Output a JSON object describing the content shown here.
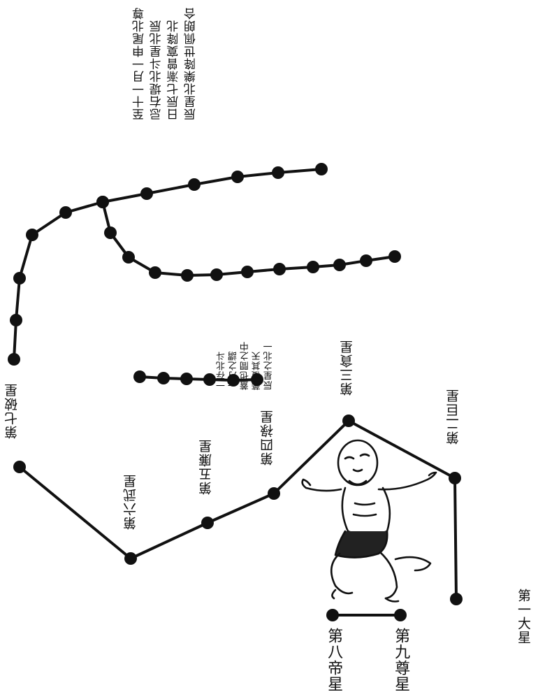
{
  "top_inscription": {
    "lines": [
      "辰星北樂降世佩朗合",
      "日辰七漸曾寞降北",
      "忌右堤北斗星北辰",
      "至十一月一申尾北尊"
    ]
  },
  "middle_inscription": {
    "lines": [
      "辰星之北一",
      "蕃覆其天",
      "蓋也間之中",
      "一月之謂",
      "一存北斗"
    ]
  },
  "star_labels": {
    "star1": "第一大星",
    "star2": "第二巨星",
    "star3": "第三貪星",
    "star4": "第四祿星",
    "star5": "第五廉星",
    "star6": "第六武星",
    "star7": "第七破星",
    "star8": "第八帝星",
    "star9": "第九尊星"
  },
  "illustration": {
    "subject": "dancing-figure",
    "color": "#111111"
  },
  "colors": {
    "ink": "#111111",
    "paper": "#ffffff"
  }
}
